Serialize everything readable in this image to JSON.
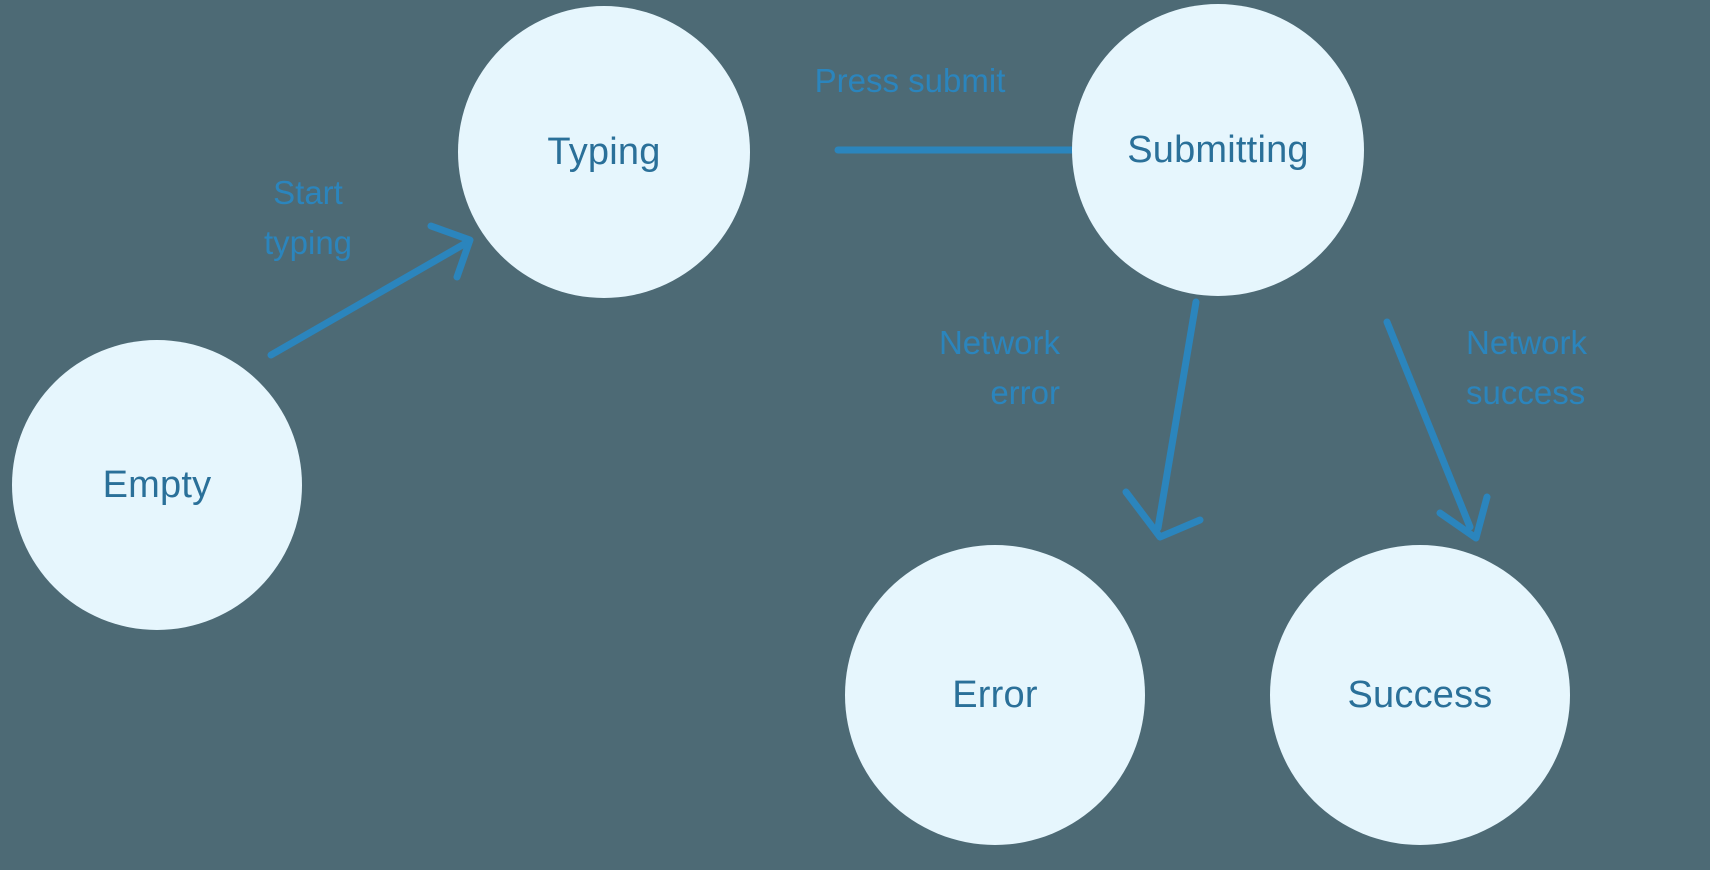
{
  "diagram": {
    "type": "state-machine",
    "background_color": "#4d6a75",
    "node_fill_color": "#e6f6fd",
    "node_text_color": "#2a7099",
    "edge_color": "#2b85bd",
    "nodes": [
      {
        "id": "empty",
        "label": "Empty"
      },
      {
        "id": "typing",
        "label": "Typing"
      },
      {
        "id": "submitting",
        "label": "Submitting"
      },
      {
        "id": "error",
        "label": "Error"
      },
      {
        "id": "success",
        "label": "Success"
      }
    ],
    "edges": [
      {
        "id": "empty-to-typing",
        "from": "empty",
        "to": "typing",
        "label": "Start\ntyping"
      },
      {
        "id": "typing-to-submitting",
        "from": "typing",
        "to": "submitting",
        "label": "Press submit"
      },
      {
        "id": "submitting-to-error",
        "from": "submitting",
        "to": "error",
        "label": "Network\nerror"
      },
      {
        "id": "submitting-to-success",
        "from": "submitting",
        "to": "success",
        "label": "Network\nsuccess"
      }
    ]
  }
}
